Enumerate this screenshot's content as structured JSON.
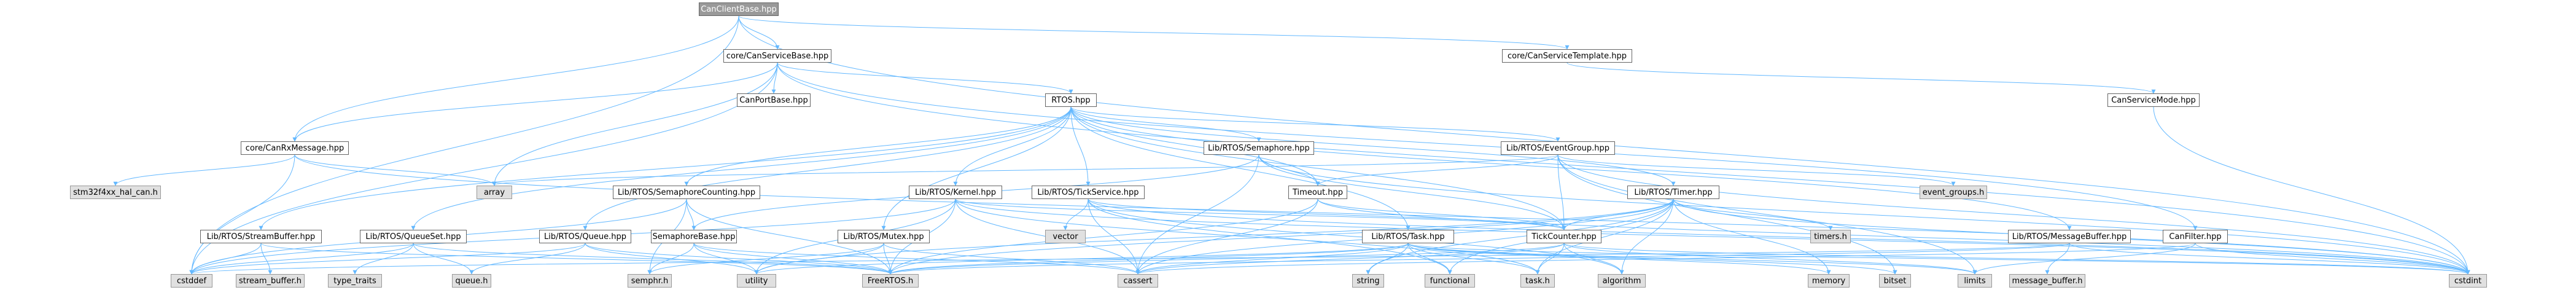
{
  "colors": {
    "edge": "#63b8ff",
    "node_border": "#666666",
    "system_fill": "#e0e0e0",
    "root_fill": "#999999"
  },
  "nodes": [
    {
      "id": "canclientbase",
      "label": "CanClientBase.hpp",
      "kind": "root"
    },
    {
      "id": "canservicebase",
      "label": "core/CanServiceBase.hpp",
      "kind": "file"
    },
    {
      "id": "canservicetemplate",
      "label": "core/CanServiceTemplate.hpp",
      "kind": "file"
    },
    {
      "id": "canportbase",
      "label": "CanPortBase.hpp",
      "kind": "file"
    },
    {
      "id": "rtos",
      "label": "RTOS.hpp",
      "kind": "file"
    },
    {
      "id": "canservicemode",
      "label": "CanServiceMode.hpp",
      "kind": "file"
    },
    {
      "id": "canrxmessage",
      "label": "core/CanRxMessage.hpp",
      "kind": "file"
    },
    {
      "id": "semaphore",
      "label": "Lib/RTOS/Semaphore.hpp",
      "kind": "file"
    },
    {
      "id": "eventgroup",
      "label": "Lib/RTOS/EventGroup.hpp",
      "kind": "file"
    },
    {
      "id": "array",
      "label": "array",
      "kind": "sys"
    },
    {
      "id": "stm32hal",
      "label": "stm32f4xx_hal_can.h",
      "kind": "sys"
    },
    {
      "id": "event_groups",
      "label": "event_groups.h",
      "kind": "sys"
    },
    {
      "id": "semcounting",
      "label": "Lib/RTOS/SemaphoreCounting.hpp",
      "kind": "file"
    },
    {
      "id": "kernel",
      "label": "Lib/RTOS/Kernel.hpp",
      "kind": "file"
    },
    {
      "id": "tickservice",
      "label": "Lib/RTOS/TickService.hpp",
      "kind": "file"
    },
    {
      "id": "timeout",
      "label": "Timeout.hpp",
      "kind": "file"
    },
    {
      "id": "timer",
      "label": "Lib/RTOS/Timer.hpp",
      "kind": "file"
    },
    {
      "id": "timers",
      "label": "timers.h",
      "kind": "sys"
    },
    {
      "id": "streambuffer",
      "label": "Lib/RTOS/StreamBuffer.hpp",
      "kind": "file"
    },
    {
      "id": "queueset",
      "label": "Lib/RTOS/QueueSet.hpp",
      "kind": "file"
    },
    {
      "id": "queue",
      "label": "Lib/RTOS/Queue.hpp",
      "kind": "file"
    },
    {
      "id": "semaphorebase",
      "label": "SemaphoreBase.hpp",
      "kind": "file"
    },
    {
      "id": "vector",
      "label": "vector",
      "kind": "sys"
    },
    {
      "id": "mutex",
      "label": "Lib/RTOS/Mutex.hpp",
      "kind": "file"
    },
    {
      "id": "task",
      "label": "Lib/RTOS/Task.hpp",
      "kind": "file"
    },
    {
      "id": "tickcounter",
      "label": "TickCounter.hpp",
      "kind": "file"
    },
    {
      "id": "messagebuffer",
      "label": "Lib/RTOS/MessageBuffer.hpp",
      "kind": "file"
    },
    {
      "id": "canfilter",
      "label": "CanFilter.hpp",
      "kind": "file"
    },
    {
      "id": "cstddef",
      "label": "cstddef",
      "kind": "sys"
    },
    {
      "id": "stream_buffer",
      "label": "stream_buffer.h",
      "kind": "sys"
    },
    {
      "id": "type_traits",
      "label": "type_traits",
      "kind": "sys"
    },
    {
      "id": "queue_h",
      "label": "queue.h",
      "kind": "sys"
    },
    {
      "id": "semphr",
      "label": "semphr.h",
      "kind": "sys"
    },
    {
      "id": "utility",
      "label": "utility",
      "kind": "sys"
    },
    {
      "id": "freertos",
      "label": "FreeRTOS.h",
      "kind": "sys"
    },
    {
      "id": "cassert",
      "label": "cassert",
      "kind": "sys"
    },
    {
      "id": "string",
      "label": "string",
      "kind": "sys"
    },
    {
      "id": "functional",
      "label": "functional",
      "kind": "sys"
    },
    {
      "id": "task_h",
      "label": "task.h",
      "kind": "sys"
    },
    {
      "id": "algorithm",
      "label": "algorithm",
      "kind": "sys"
    },
    {
      "id": "memory",
      "label": "memory",
      "kind": "sys"
    },
    {
      "id": "bitset",
      "label": "bitset",
      "kind": "sys"
    },
    {
      "id": "limits",
      "label": "limits",
      "kind": "sys"
    },
    {
      "id": "message_buffer",
      "label": "message_buffer.h",
      "kind": "sys"
    },
    {
      "id": "cstdint",
      "label": "cstdint",
      "kind": "sys"
    }
  ],
  "edges": [
    [
      "canclientbase",
      "canservicebase"
    ],
    [
      "canclientbase",
      "canservicetemplate"
    ],
    [
      "canclientbase",
      "canrxmessage"
    ],
    [
      "canclientbase",
      "cstddef"
    ],
    [
      "canclientbase",
      "cstdint"
    ],
    [
      "canservicetemplate",
      "canservicemode"
    ],
    [
      "canservicebase",
      "canportbase"
    ],
    [
      "canservicebase",
      "rtos"
    ],
    [
      "canservicebase",
      "canrxmessage"
    ],
    [
      "canservicebase",
      "array"
    ],
    [
      "canservicebase",
      "cstddef"
    ],
    [
      "canservicebase",
      "cstdint"
    ],
    [
      "canservicebase",
      "canfilter"
    ],
    [
      "canservicemode",
      "cstdint"
    ],
    [
      "canrxmessage",
      "stm32hal"
    ],
    [
      "canrxmessage",
      "array"
    ],
    [
      "canrxmessage",
      "cstddef"
    ],
    [
      "canrxmessage",
      "cstdint"
    ],
    [
      "rtos",
      "semaphore"
    ],
    [
      "rtos",
      "eventgroup"
    ],
    [
      "rtos",
      "semcounting"
    ],
    [
      "rtos",
      "kernel"
    ],
    [
      "rtos",
      "tickservice"
    ],
    [
      "rtos",
      "timeout"
    ],
    [
      "rtos",
      "timer"
    ],
    [
      "rtos",
      "streambuffer"
    ],
    [
      "rtos",
      "queueset"
    ],
    [
      "rtos",
      "queue"
    ],
    [
      "rtos",
      "mutex"
    ],
    [
      "rtos",
      "task"
    ],
    [
      "rtos",
      "messagebuffer"
    ],
    [
      "rtos",
      "tickcounter"
    ],
    [
      "semaphore",
      "semaphorebase"
    ],
    [
      "semaphore",
      "timeout"
    ],
    [
      "semaphore",
      "tickcounter"
    ],
    [
      "semaphore",
      "cassert"
    ],
    [
      "semaphore",
      "cstdint"
    ],
    [
      "eventgroup",
      "event_groups"
    ],
    [
      "eventgroup",
      "timeout"
    ],
    [
      "eventgroup",
      "tickcounter"
    ],
    [
      "eventgroup",
      "array"
    ],
    [
      "eventgroup",
      "bitset"
    ],
    [
      "eventgroup",
      "cstdint"
    ],
    [
      "eventgroup",
      "limits"
    ],
    [
      "semcounting",
      "semaphorebase"
    ],
    [
      "semcounting",
      "freertos"
    ],
    [
      "semcounting",
      "semphr"
    ],
    [
      "semcounting",
      "cstddef"
    ],
    [
      "kernel",
      "freertos"
    ],
    [
      "kernel",
      "task_h"
    ],
    [
      "kernel",
      "tickcounter"
    ],
    [
      "kernel",
      "cstdint"
    ],
    [
      "kernel",
      "cassert"
    ],
    [
      "kernel",
      "utility"
    ],
    [
      "kernel",
      "cstddef"
    ],
    [
      "tickservice",
      "vector"
    ],
    [
      "tickservice",
      "functional"
    ],
    [
      "tickservice",
      "tickcounter"
    ],
    [
      "tickservice",
      "cassert"
    ],
    [
      "tickservice",
      "cstdint"
    ],
    [
      "tickservice",
      "algorithm"
    ],
    [
      "timeout",
      "tickcounter"
    ],
    [
      "timeout",
      "freertos"
    ],
    [
      "timeout",
      "cassert"
    ],
    [
      "timeout",
      "cstdint"
    ],
    [
      "timer",
      "timers"
    ],
    [
      "timer",
      "tickcounter"
    ],
    [
      "timer",
      "freertos"
    ],
    [
      "timer",
      "cassert"
    ],
    [
      "timer",
      "functional"
    ],
    [
      "timer",
      "memory"
    ],
    [
      "timer",
      "cstdint"
    ],
    [
      "timer",
      "string"
    ],
    [
      "timer",
      "task_h"
    ],
    [
      "timer",
      "algorithm"
    ],
    [
      "timer",
      "utility"
    ],
    [
      "streambuffer",
      "stream_buffer"
    ],
    [
      "streambuffer",
      "cstddef"
    ],
    [
      "streambuffer",
      "freertos"
    ],
    [
      "queueset",
      "type_traits"
    ],
    [
      "queueset",
      "queue_h"
    ],
    [
      "queueset",
      "cstddef"
    ],
    [
      "queueset",
      "freertos"
    ],
    [
      "queue",
      "queue_h"
    ],
    [
      "queue",
      "freertos"
    ],
    [
      "queue",
      "utility"
    ],
    [
      "queue",
      "cstddef"
    ],
    [
      "semaphorebase",
      "semphr"
    ],
    [
      "semaphorebase",
      "freertos"
    ],
    [
      "semaphorebase",
      "utility"
    ],
    [
      "semaphorebase",
      "cassert"
    ],
    [
      "mutex",
      "semphr"
    ],
    [
      "mutex",
      "freertos"
    ],
    [
      "mutex",
      "utility"
    ],
    [
      "mutex",
      "cassert"
    ],
    [
      "task",
      "freertos"
    ],
    [
      "task",
      "task_h"
    ],
    [
      "task",
      "string"
    ],
    [
      "task",
      "functional"
    ],
    [
      "task",
      "memory"
    ],
    [
      "task",
      "cassert"
    ],
    [
      "task",
      "utility"
    ],
    [
      "task",
      "bitset"
    ],
    [
      "task",
      "limits"
    ],
    [
      "task",
      "cstdint"
    ],
    [
      "tickcounter",
      "freertos"
    ],
    [
      "tickcounter",
      "cstdint"
    ],
    [
      "tickcounter",
      "task_h"
    ],
    [
      "tickcounter",
      "algorithm"
    ],
    [
      "tickcounter",
      "limits"
    ],
    [
      "tickcounter",
      "cassert"
    ],
    [
      "messagebuffer",
      "message_buffer"
    ],
    [
      "messagebuffer",
      "freertos"
    ],
    [
      "messagebuffer",
      "cstddef"
    ],
    [
      "messagebuffer",
      "cstdint"
    ],
    [
      "canfilter",
      "cstdint"
    ],
    [
      "canfilter",
      "cassert"
    ],
    [
      "canfilter",
      "limits"
    ]
  ]
}
